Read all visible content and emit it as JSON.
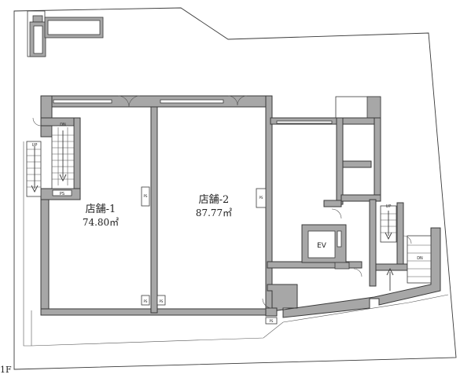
{
  "floor_label": "1F",
  "units": [
    {
      "name": "店舗-1",
      "area": "74.80㎡"
    },
    {
      "name": "店舗-2",
      "area": "87.77㎡"
    }
  ],
  "elevator_label": "EV",
  "stair_labels": {
    "up": "UP",
    "down": "DN"
  },
  "ps_label": "PS"
}
